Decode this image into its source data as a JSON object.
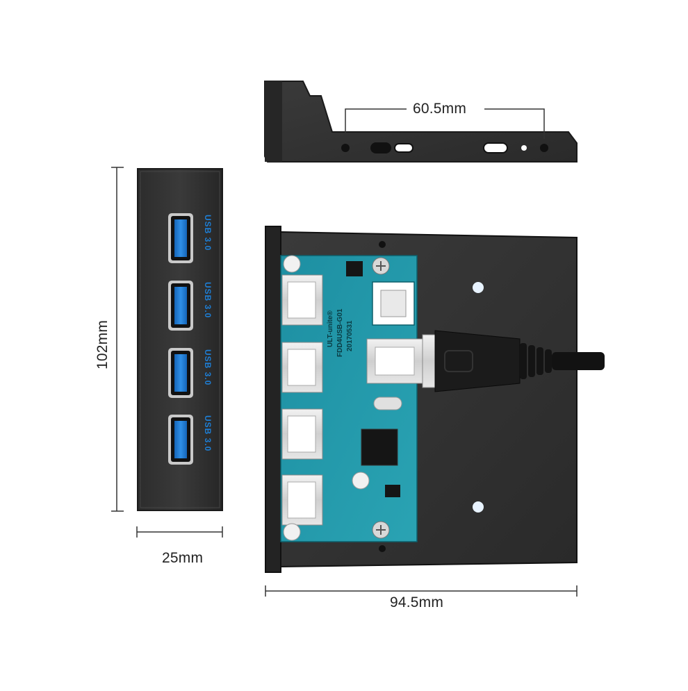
{
  "dimensions": {
    "top_spacing": "60.5mm",
    "height": "102mm",
    "depth": "25mm",
    "width": "94.5mm"
  },
  "ports": {
    "count": 4,
    "label": "USB 3.0",
    "color": "#1e7fd6"
  },
  "pcb": {
    "brand": "ULT-unite®",
    "model": "FDD4USB-G01",
    "date": "20170531",
    "color": "#1f97a8"
  }
}
